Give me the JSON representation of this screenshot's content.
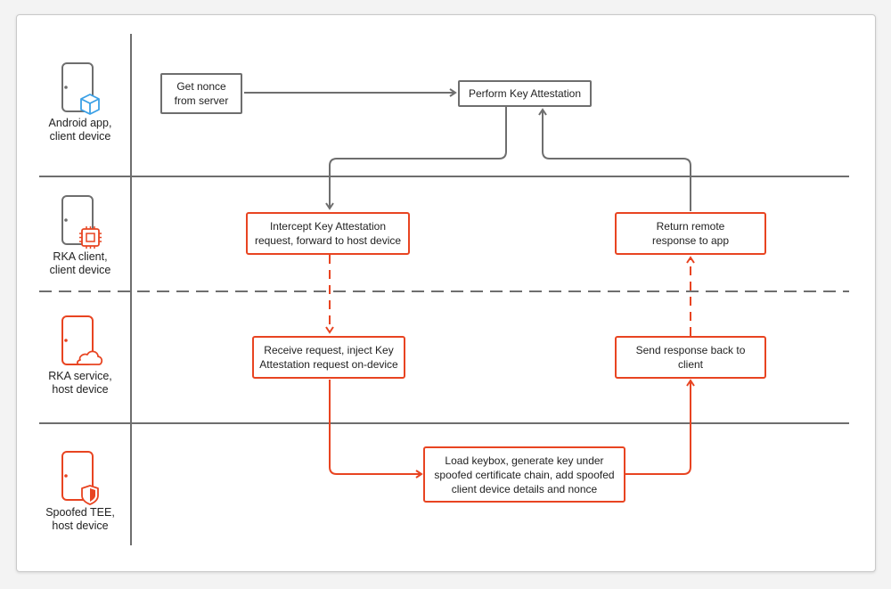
{
  "colors": {
    "gray": "#6e6e6e",
    "accent": "#e84421",
    "phone_blue": "#3aa0e6"
  },
  "lanes": [
    {
      "label": "Android app,\nclient device",
      "icon": "cube-icon"
    },
    {
      "label": "RKA client,\nclient device",
      "icon": "chip-icon"
    },
    {
      "label": "RKA service,\nhost device",
      "icon": "cloud-icon"
    },
    {
      "label": "Spoofed TEE,\nhost device",
      "icon": "shield-icon"
    }
  ],
  "boxes": {
    "get_nonce": "Get nonce\nfrom server",
    "perform_attestation": "Perform Key Attestation",
    "intercept": "Intercept Key Attestation\nrequest, forward to host device",
    "return_remote": "Return remote\nresponse to app",
    "receive_request": "Receive request, inject Key\nAttestation request on-device",
    "send_back": "Send response back to client",
    "load_keybox": "Load keybox, generate key under\nspoofed certificate chain, add spoofed\nclient device details and nonce"
  }
}
